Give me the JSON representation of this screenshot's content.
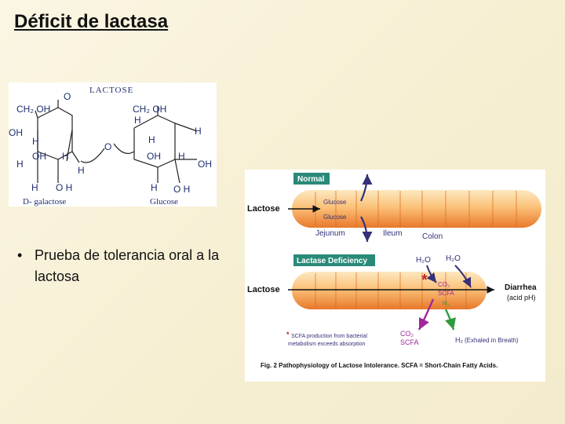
{
  "slide": {
    "title": "Déficit de lactasa",
    "bullets": [
      "Prueba de tolerancia oral a la lactosa"
    ]
  },
  "lactose_structure": {
    "title": "LACTOSE",
    "ring_oxygen": "O",
    "bridge_oxygen": "O",
    "left_ch2oh": "CH₂ OH",
    "right_ch2oh": "CH₂ OH",
    "atoms": {
      "h": "H",
      "oh": "OH",
      "oh_spaced": "O H"
    },
    "left_sugar": "D- galactose",
    "right_sugar": "Glucose"
  },
  "pathophysiology": {
    "normal_label": "Normal",
    "deficiency_label": "Lactase Deficiency",
    "lactose_label": "Lactose",
    "glucose_label": "Glucose",
    "galactose_label": "Glucose",
    "segments": [
      "Jejunum",
      "Ileum",
      "Colon"
    ],
    "h2o": "H₂O",
    "co2": "CO₂",
    "scfa": "SCFA",
    "h2": "H₂",
    "asterisk": "*",
    "diarrhea": "Diarrhea",
    "acid_ph": "(acid pH)",
    "exhaled": "(Exhaled in Breath)",
    "footnote_line1": "SCFA production from bacterial",
    "footnote_line2": "metabolism exceeds absorption",
    "caption": "Fig. 2 Pathophysiology of Lactose Intolerance. SCFA = Short-Chain Fatty Acids.",
    "colors": {
      "label_box": "#2a8a78",
      "gut_light": "#fde3b8",
      "gut_dark": "#e8782a",
      "arrow_blue": "#34307a",
      "arrow_magenta": "#a0279a",
      "arrow_green": "#2e9a3e",
      "asterisk_red": "#c0262b"
    }
  }
}
